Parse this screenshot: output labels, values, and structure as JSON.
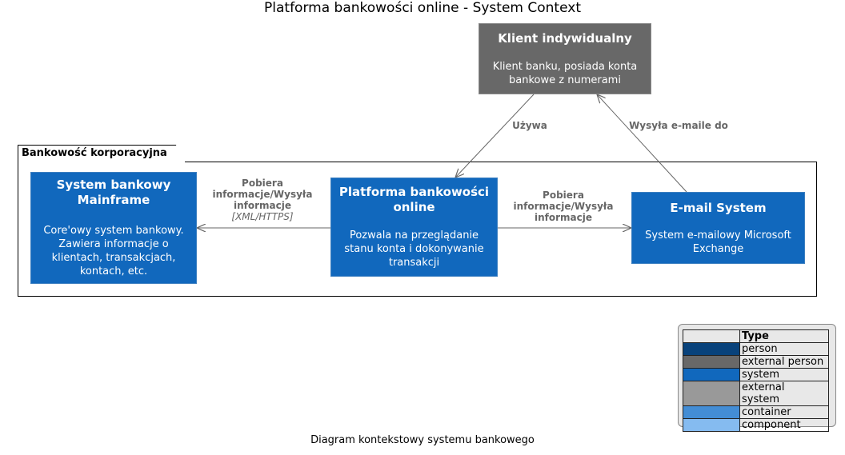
{
  "title": "Platforma bankowości online - System Context",
  "caption": "Diagram kontekstowy systemu bankowego",
  "boundary": {
    "label": "Bankowość korporacyjna"
  },
  "nodes": {
    "client": {
      "name": "Klient indywidualny",
      "desc": "Klient banku, posiada konta bankowe z numerami",
      "type": "external person"
    },
    "mainframe": {
      "name": "System bankowy Mainframe",
      "desc": "Core'owy system bankowy. Zawiera informacje o klientach, transakcjach, kontach, etc.",
      "type": "system"
    },
    "platform": {
      "name": "Platforma bankowości online",
      "desc": "Pozwala na przeglądanie stanu konta i dokonywanie transakcji",
      "type": "system"
    },
    "email": {
      "name": "E-mail System",
      "desc": "System e-mailowy Microsoft Exchange",
      "type": "system"
    }
  },
  "edges": {
    "uses": {
      "label": "Używa"
    },
    "sends": {
      "label": "Wysyła e-maile do"
    },
    "to_mainframe": {
      "label": "Pobiera informacje/Wysyła informacje",
      "tech": "[XML/HTTPS]"
    },
    "to_email": {
      "label": "Pobiera informacje/Wysyła informacje"
    }
  },
  "legend": {
    "header": "Type",
    "items": [
      {
        "label": "person",
        "color": "#08427B"
      },
      {
        "label": "external person",
        "color": "#686868"
      },
      {
        "label": "system",
        "color": "#1168BD"
      },
      {
        "label": "external system",
        "color": "#999999"
      },
      {
        "label": "container",
        "color": "#438DD5"
      },
      {
        "label": "component",
        "color": "#85BBF0"
      }
    ]
  },
  "colors": {
    "system": "#1168BD",
    "external_person": "#686868",
    "edge": "#666666"
  }
}
